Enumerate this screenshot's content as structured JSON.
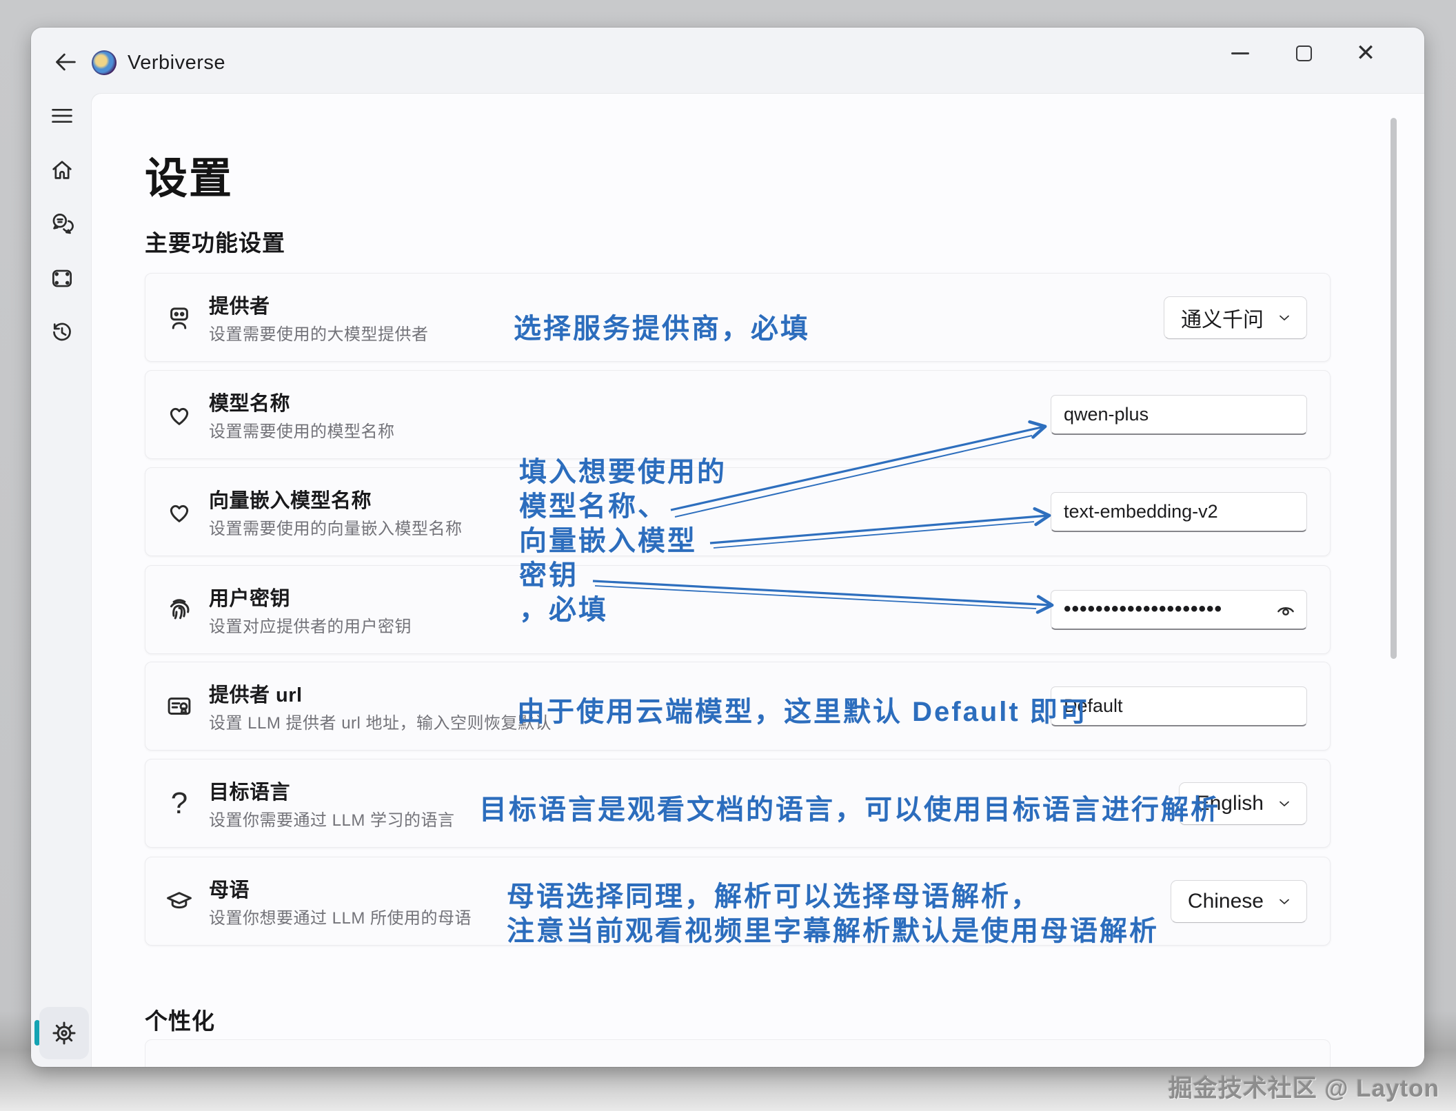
{
  "window": {
    "app_title": "Verbiverse",
    "titlebar_icons": [
      "back-arrow",
      "app-logo",
      "minimize",
      "maximize",
      "close"
    ]
  },
  "sidebar": {
    "icons": [
      "hamburger-menu",
      "home",
      "chat",
      "video-subtitles",
      "history",
      "settings"
    ]
  },
  "content": {
    "page_title": "设置",
    "sections": {
      "main": "主要功能设置",
      "personalization": "个性化"
    }
  },
  "cards": [
    {
      "icon": "robot-icon",
      "title": "提供者",
      "subtitle": "设置需要使用的大模型提供者",
      "control": {
        "type": "dropdown",
        "value": "通义千问"
      }
    },
    {
      "icon": "heart-icon",
      "title": "模型名称",
      "subtitle": "设置需要使用的模型名称",
      "control": {
        "type": "input",
        "value": "qwen-plus"
      }
    },
    {
      "icon": "heart-icon",
      "title": "向量嵌入模型名称",
      "subtitle": "设置需要使用的向量嵌入模型名称",
      "control": {
        "type": "input",
        "value": "text-embedding-v2"
      }
    },
    {
      "icon": "fingerprint-icon",
      "title": "用户密钥",
      "subtitle": "设置对应提供者的用户密钥",
      "control": {
        "type": "password",
        "value": "••••••••••••••••••••"
      }
    },
    {
      "icon": "certificate-icon",
      "title": "提供者 url",
      "subtitle": "设置 LLM 提供者 url 地址，输入空则恢复默认",
      "control": {
        "type": "input",
        "value": "Default"
      }
    },
    {
      "icon": "question-icon",
      "title": "目标语言",
      "subtitle": "设置你需要通过 LLM 学习的语言",
      "control": {
        "type": "dropdown",
        "value": "English"
      }
    },
    {
      "icon": "graduation-cap-icon",
      "title": "母语",
      "subtitle": "设置你想要通过 LLM 所使用的母语",
      "control": {
        "type": "dropdown",
        "value": "Chinese"
      }
    }
  ],
  "annotations": {
    "provider": "选择服务提供商，必填",
    "model_block_lines": [
      "填入想要使用的",
      "模型名称、",
      "向量嵌入模型",
      "密钥",
      "，必填"
    ],
    "url": "由于使用云端模型，这里默认 Default 即可",
    "target_language": "目标语言是观看文档的语言，可以使用目标语言进行解析",
    "native_language_lines": [
      "母语选择同理，解析可以选择母语解析，",
      "注意当前观看视频里字幕解析默认是使用母语解析"
    ]
  },
  "watermark": "掘金技术社区 @ Layton",
  "colors": {
    "annotation_blue": "#2c6dbd",
    "teal_indicator": "#14a3b3"
  }
}
